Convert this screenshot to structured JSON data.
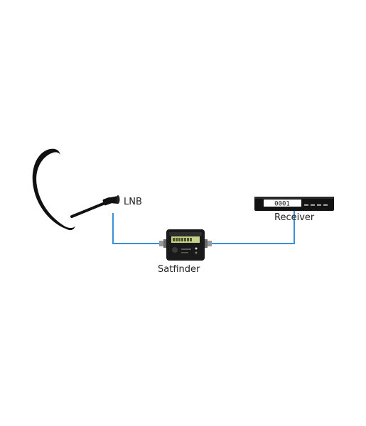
{
  "labels": {
    "lnb": "LNB",
    "satfinder": "Satfinder",
    "receiver": "Receiver"
  },
  "receiver_display": "0001",
  "colors": {
    "cable": "#3a8fd8",
    "device": "#1a1a1a",
    "background": "#ffffff"
  },
  "icons": [
    "satellite-dish-icon",
    "lnb-icon",
    "satfinder-device-icon",
    "receiver-box-icon"
  ]
}
